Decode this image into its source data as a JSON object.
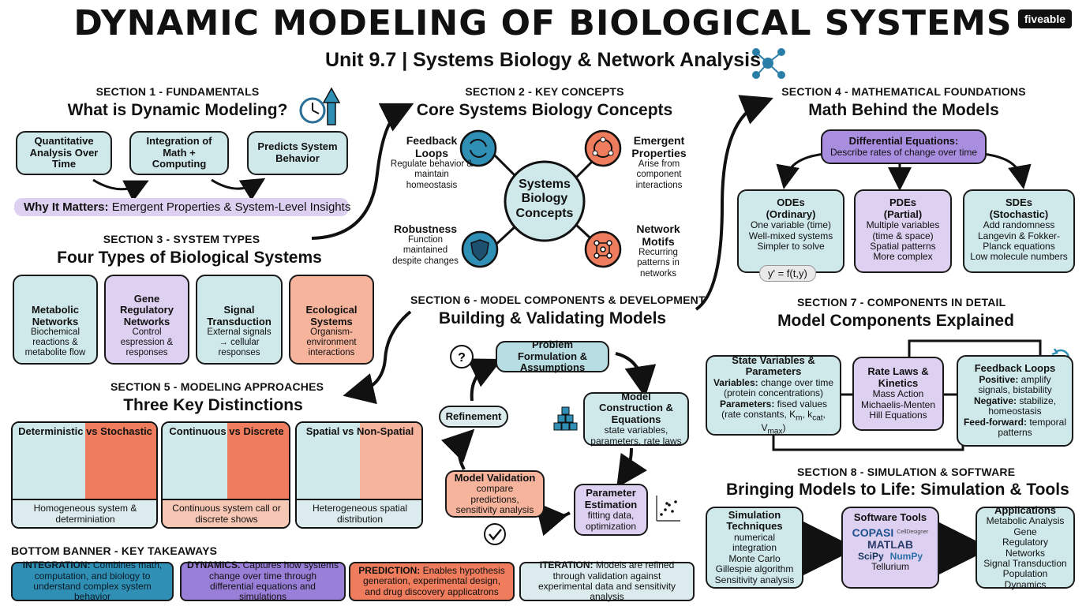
{
  "header": {
    "title": "DYNAMIC MODELING OF BIOLOGICAL SYSTEMS",
    "subtitle": "Unit 9.7 | Systems Biology & Network Analysis",
    "logo": "fiveable"
  },
  "section1": {
    "label": "SECTION 1 - FUNDAMENTALS",
    "title": "What is Dynamic Modeling?",
    "boxes": [
      "Quantitative Analysis Over Time",
      "Integration of Math + Computing",
      "Predicts System Behavior"
    ],
    "why_label": "Why It Matters:",
    "why_text": "Emergent Properties & System-Level Insights"
  },
  "section2": {
    "label": "SECTION 2 - KEY CONCEPTS",
    "title": "Core Systems Biology Concepts",
    "center": "Systems Biology Concepts",
    "concepts": [
      {
        "title": "Feedback Loops",
        "desc": "Regulate behavior & maintain homeostasis"
      },
      {
        "title": "Emergent Properties",
        "desc": "Arise from component interactions"
      },
      {
        "title": "Robustness",
        "desc": "Function maintained despite changes"
      },
      {
        "title": "Network Motifs",
        "desc": "Recurring patterns in networks"
      }
    ]
  },
  "section3": {
    "label": "SECTION 3 - SYSTEM TYPES",
    "title": "Four Types of Biological Systems",
    "types": [
      {
        "title": "Metabolic Networks",
        "desc": "Biochemical reactions & metabolite flow"
      },
      {
        "title": "Gene Regulatory Networks",
        "desc": "Control espression & responses"
      },
      {
        "title": "Signal Transduction",
        "desc": "External signals → cellular responses"
      },
      {
        "title": "Ecological Systems",
        "desc": "Organism-environment interactions"
      }
    ]
  },
  "section4": {
    "label": "SECTION 4 - MATHEMATICAL FOUNDATIONS",
    "title": "Math Behind the Models",
    "de_title": "Differential Equations:",
    "de_desc": "Describe rates of change over time",
    "equations": [
      {
        "title": "ODEs (Ordinary)",
        "lines": [
          "One variable (time)",
          "Well-mixed systems",
          "Simpler to solve"
        ]
      },
      {
        "title": "PDEs (Partial)",
        "lines": [
          "Multiple variables",
          "(time & space)",
          "Spatial patterns",
          "More complex"
        ]
      },
      {
        "title": "SDEs (Stochastic)",
        "lines": [
          "Add randomness",
          "Langevin & Fokker-",
          "Planck equations",
          "Low molecule numbers"
        ]
      }
    ],
    "formula": "y' = f(t,y)"
  },
  "section5": {
    "label": "SECTION 5 - MODELING APPROACHES",
    "title": "Three Key Distinctions",
    "panels": [
      {
        "title_a": "Deterministic",
        "vs": "vs",
        "title_b": "Stochastic",
        "caption": "Homogeneous system & determiniation"
      },
      {
        "title_a": "Continuous",
        "vs": "vs",
        "title_b": "Discrete",
        "caption": "Continuous system call or discrete shows"
      },
      {
        "title_a": "Spatial",
        "vs": "vs",
        "title_b": "Non-Spatial",
        "caption": "Heterogeneous spatial distribution"
      }
    ]
  },
  "section6": {
    "label": "SECTION 6 - MODEL COMPONENTS & DEVELOPMENT",
    "title": "Building & Validating Models",
    "steps": [
      {
        "title": "Problem Formulation & Assumptions",
        "desc": ""
      },
      {
        "title": "Model Construction & Equations",
        "desc": "state variables, parameters, rate laws"
      },
      {
        "title": "Parameter Estimation",
        "desc": "fitting data, optimization"
      },
      {
        "title": "Model Validation",
        "desc": "compare predictions, sensitivity analysis"
      },
      {
        "title": "Refinement",
        "desc": ""
      }
    ]
  },
  "section7": {
    "label": "SECTION 7 - COMPONENTS IN DETAIL",
    "title": "Model Components Explained",
    "state": {
      "title": "State Variables & Parameters",
      "var_label": "Variables:",
      "var_text": "change over time (protein concentrations)",
      "par_label": "Parameters:",
      "par_text": "fised values (rate constants, K",
      "sub_m": "m",
      "sep1": ", k",
      "sub_cat": "cat",
      "sep2": ", V",
      "sub_max": "max",
      "close": ")"
    },
    "rate": {
      "title": "Rate Laws & Kinetics",
      "lines": [
        "Mass Action",
        "Michaelis-Menten",
        "Hill Equations"
      ]
    },
    "feedback": {
      "title": "Feedback Loops",
      "pos_label": "Positive:",
      "pos_text": "amplify signals, bistability",
      "neg_label": "Negative:",
      "neg_text": "stabilize, homeostasis",
      "ff_label": "Feed-forward:",
      "ff_text": "temporal patterns"
    }
  },
  "section8": {
    "label": "SECTION 8 - SIMULATION & SOFTWARE",
    "title": "Bringing Models to Life: Simulation & Tools",
    "sim": {
      "title": "Simulation Techniques",
      "lines": [
        "numerical integration",
        "Monte Carlo",
        "Gillespie algorithm",
        "Sensitivity analysis"
      ]
    },
    "tools": {
      "title": "Software Tools",
      "items": [
        "COPASI",
        "CellDesigner",
        "MATLAB",
        "SciPy",
        "NumPy",
        "Tellurium"
      ]
    },
    "apps": {
      "title": "Applications",
      "lines": [
        "Metabolic Analysis",
        "Gene Regulatory Networks",
        "Signal Transduction",
        "Population Dynamics"
      ]
    }
  },
  "banner": {
    "label": "BOTTOM BANNER - KEY TAKEAWAYS",
    "items": [
      {
        "key": "INTEGRATION:",
        "text": "Combines math, computation, and biology to understand complex system behavior"
      },
      {
        "key": "DYNAMICS.",
        "text": "Captures how systems change over time through differential equations and simulations"
      },
      {
        "key": "PREDICTION:",
        "text": "Enables hypothesis generation, experimental design, and drug discovery applicatrons"
      },
      {
        "key": "ITERATION:",
        "text": "Models are refined through validation against experimental data and sensitivity analysis"
      }
    ]
  }
}
